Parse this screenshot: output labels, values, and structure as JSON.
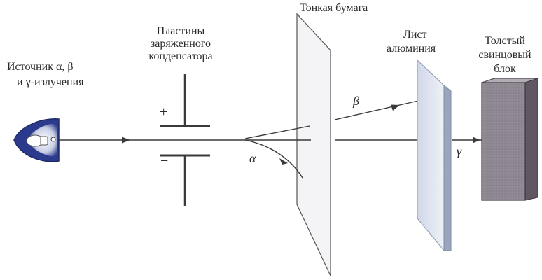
{
  "labels": {
    "source_line1": "Источник α, β",
    "source_line2": "и γ-излучения",
    "plates_line1": "Пластины",
    "plates_line2": "заряженного",
    "plates_line3": "конденсатора",
    "paper": "Тонкая бумага",
    "aluminium_line1": "Лист",
    "aluminium_line2": "алюминия",
    "lead_line1": "Толстый",
    "lead_line2": "свинцовый",
    "lead_line3": "блок",
    "plus": "+",
    "minus": "−",
    "alpha": "α",
    "beta": "β",
    "gamma": "γ"
  },
  "colors": {
    "line": "#3a3a3a",
    "source_shell": "#2b3a8c",
    "paper": "#f4f4f6",
    "aluminium": "#dde3ef",
    "aluminium_edge": "#9aa6bd",
    "lead_front": "#8f8791",
    "lead_side": "#5f5862",
    "lead_top": "#b2acb4"
  },
  "icons": {
    "source": "radiation-source-icon"
  }
}
